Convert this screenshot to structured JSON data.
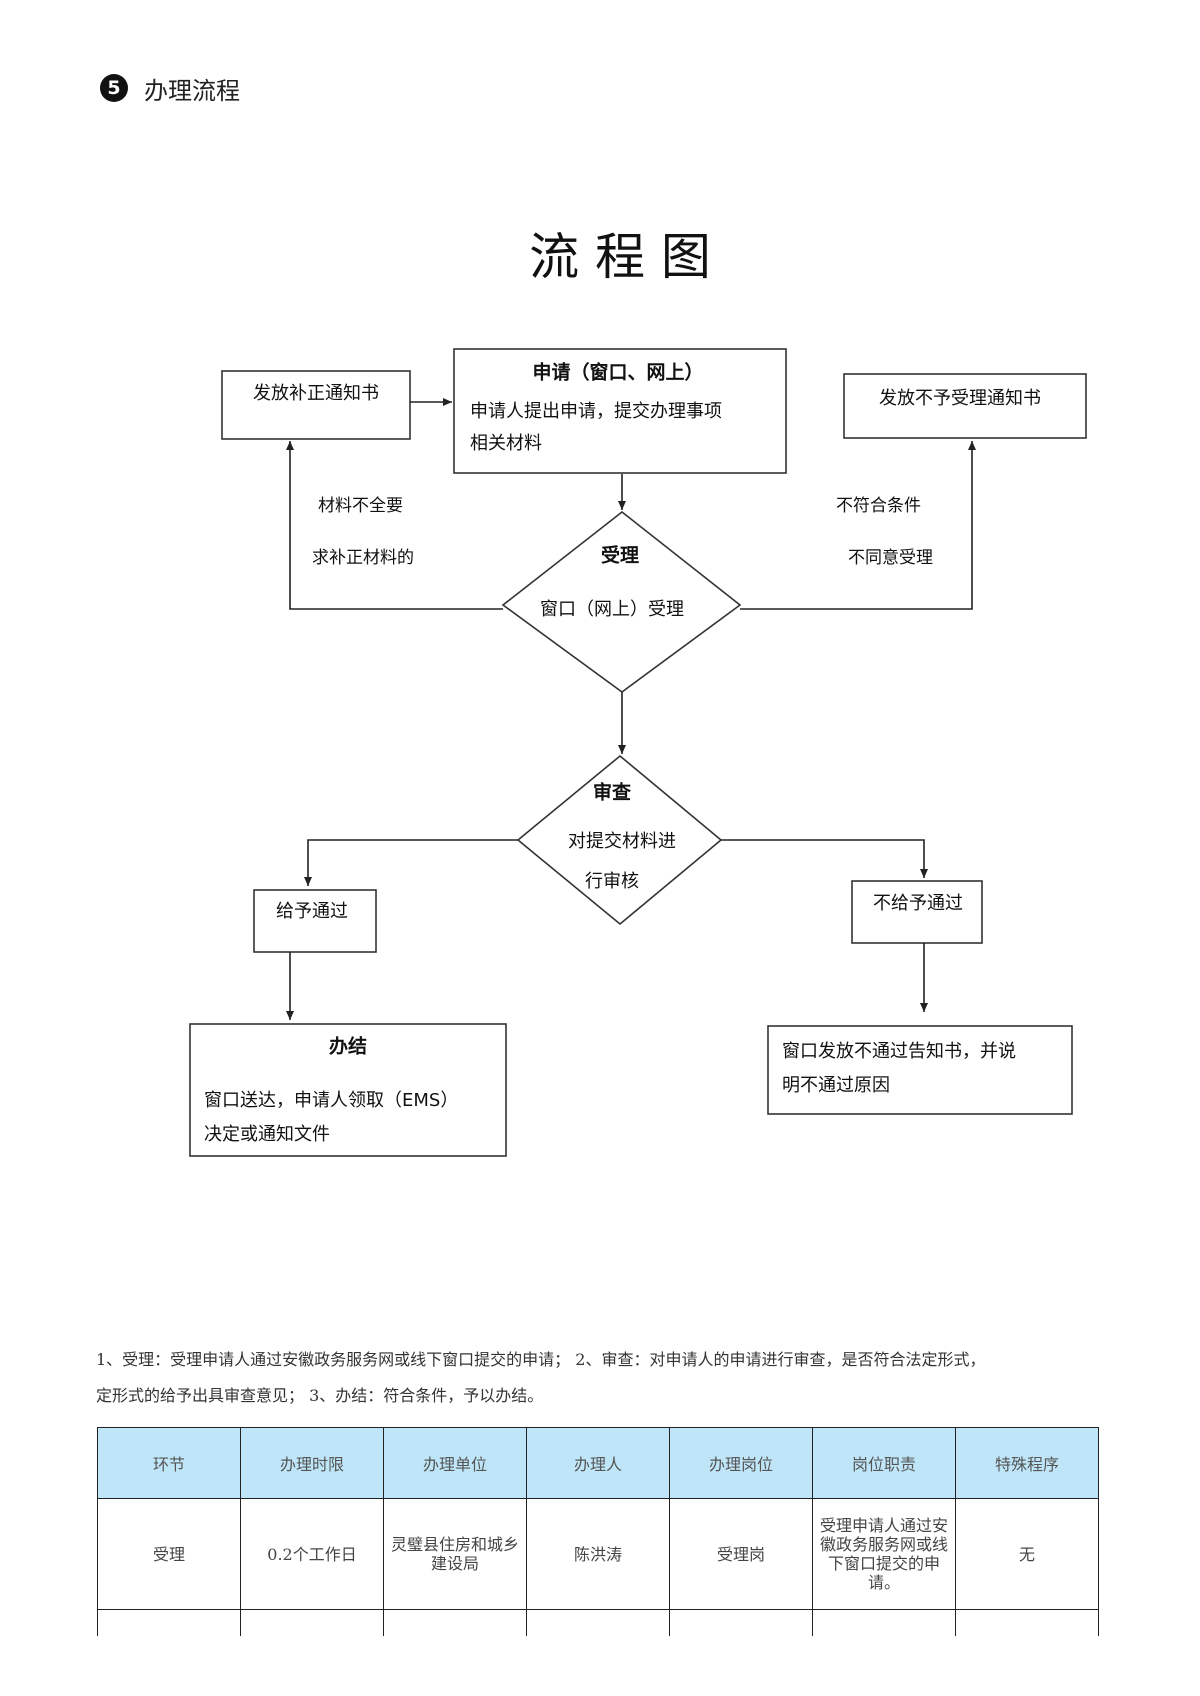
{
  "section": {
    "number": "5",
    "title": "办理流程"
  },
  "flowchart": {
    "title": "流 程 图",
    "apply": {
      "title": "申请（窗口、网上）",
      "line1": "申请人提出申请，提交办理事项",
      "line2": "相关材料"
    },
    "correction_notice": "发放补正通知书",
    "reject_notice": "发放不予受理通知书",
    "label_incomplete_1": "材料不全要",
    "label_incomplete_2": "求补正材料的",
    "label_unqualified_1": "不符合条件",
    "label_unqualified_2": "不同意受理",
    "accept": {
      "title": "受理",
      "line1": "窗口（网上）受理"
    },
    "review": {
      "title": "审查",
      "line1": "对提交材料进",
      "line2": "行审核"
    },
    "pass": "给予通过",
    "fail": "不给予通过",
    "complete": {
      "title": "办结",
      "line1": "窗口送达，申请人领取（EMS）",
      "line2": "决定或通知文件"
    },
    "fail_notice": {
      "line1": "窗口发放不通过告知书，并说",
      "line2": "明不通过原因"
    }
  },
  "description": {
    "line1": "1、受理：受理申请人通过安徽政务服务网或线下窗口提交的申请； 2、审查：对申请人的申请进行审查，是否符合法定形式，",
    "line2": "定形式的给予出具审查意见； 3、办结：符合条件，予以办结。"
  },
  "table": {
    "headers": [
      "环节",
      "办理时限",
      "办理单位",
      "办理人",
      "办理岗位",
      "岗位职责",
      "特殊程序"
    ],
    "rows": [
      [
        "受理",
        "0.2个工作日",
        "灵璧县住房和城乡建设局",
        "陈洪涛",
        "受理岗",
        "受理申请人通过安徽政务服务网或线下窗口提交的申请。",
        "无"
      ]
    ]
  }
}
